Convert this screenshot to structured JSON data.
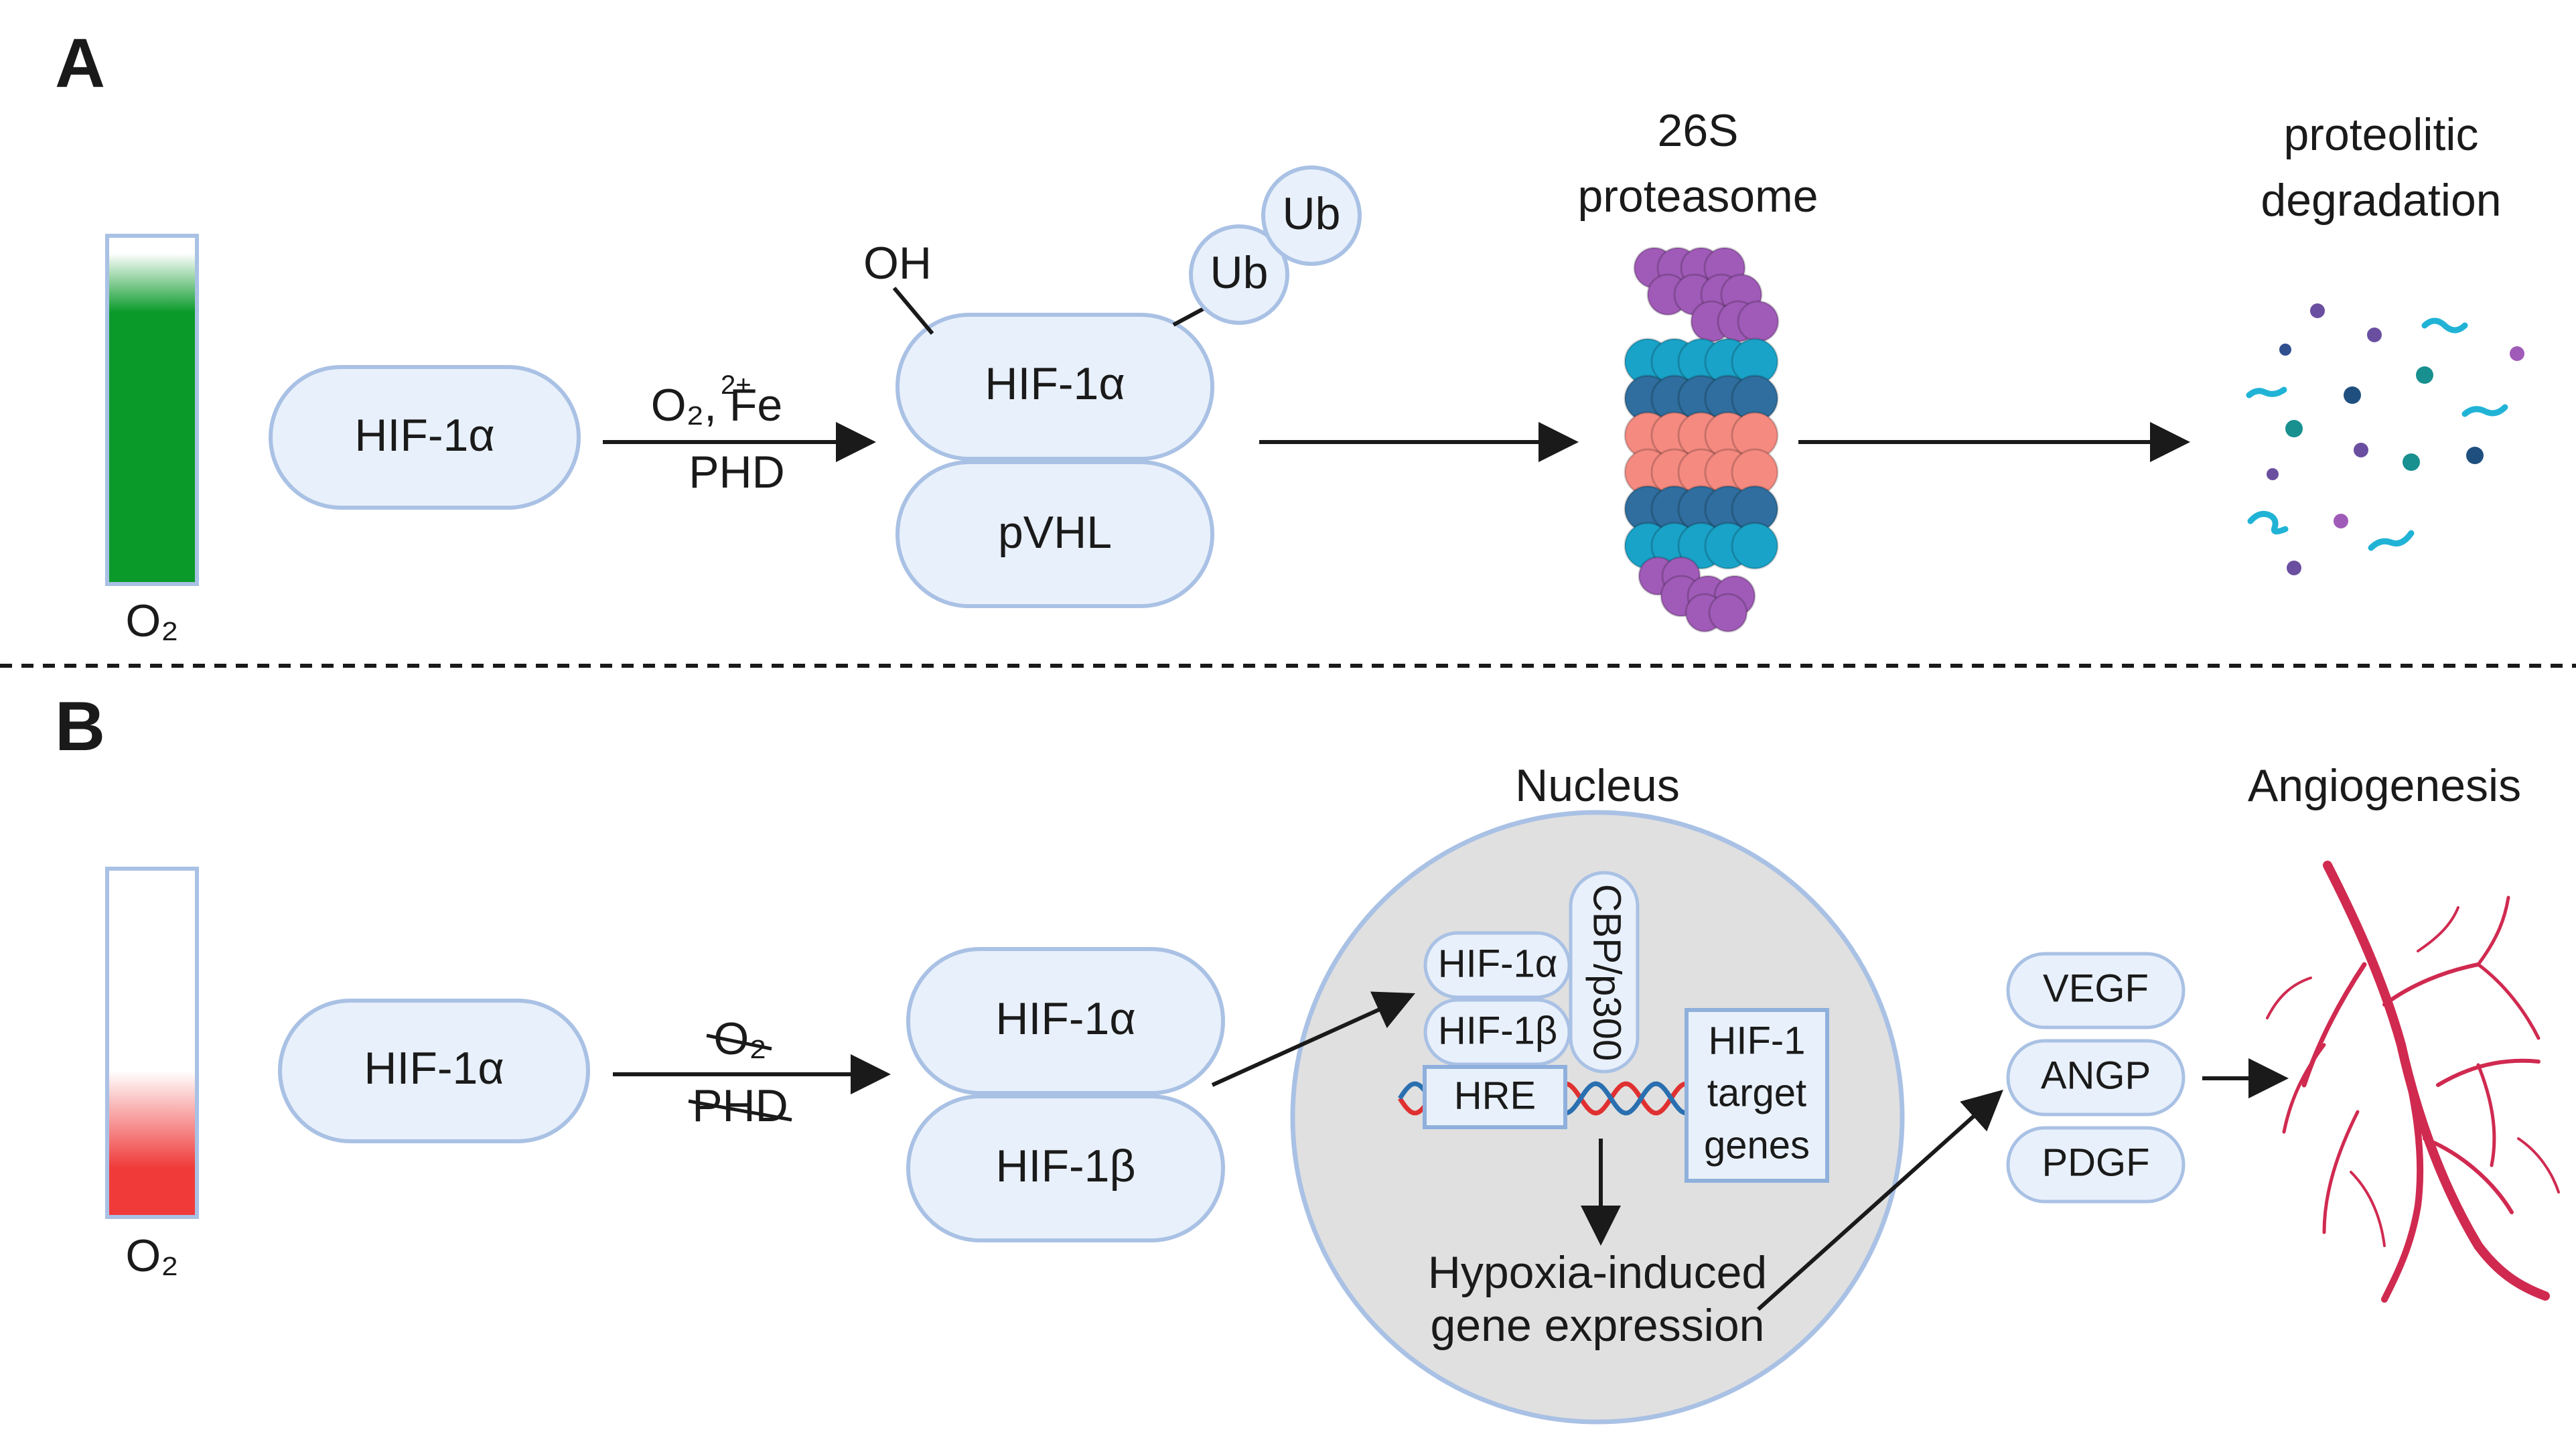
{
  "panels": {
    "a": {
      "letter": "A",
      "o2_label": "O₂",
      "protein": "HIF-1α",
      "cond_line1_main": "O₂, Fe",
      "cond_line1_sup": "2+",
      "cond_line2": "PHD",
      "oh_label": "OH",
      "ub1": "Ub",
      "ub2": "Ub",
      "complex_top": "HIF-1α",
      "complex_bottom": "pVHL",
      "proteasome_title_1": "26S",
      "proteasome_title_2": "proteasome",
      "degradation_title_1": "proteolitic",
      "degradation_title_2": "degradation"
    },
    "b": {
      "letter": "B",
      "o2_label": "O₂",
      "protein": "HIF-1α",
      "cond_line1": "O₂",
      "cond_line2": "PHD",
      "dimer_top": "HIF-1α",
      "dimer_bottom": "HIF-1β",
      "nucleus_title": "Nucleus",
      "n_hif1a": "HIF-1α",
      "n_hif1b": "HIF-1β",
      "cbp": "CBP/p300",
      "hre": "HRE",
      "target_1": "HIF-1",
      "target_2": "target",
      "target_3": "genes",
      "expr_1": "Hypoxia-induced",
      "expr_2": "gene expression",
      "factor_1": "VEGF",
      "factor_2": "ANGP",
      "factor_3": "PDGF",
      "angio_title": "Angiogenesis"
    }
  },
  "colors": {
    "pill_fill": "#e8f0fb",
    "pill_stroke": "#a9c1e4",
    "normoxia_bar": "#0a9a2a",
    "hypoxia_bar": "#f03a3a",
    "ubiquitin_fill": "#e8f0fb",
    "proteasome_cap": "#a05bb8",
    "proteasome_cyan": "#1aa3c9",
    "proteasome_dark": "#2f6e9e",
    "proteasome_salmon": "#f58a80",
    "nucleus_fill": "#e0e0e0",
    "vessel": "#d02a50"
  }
}
